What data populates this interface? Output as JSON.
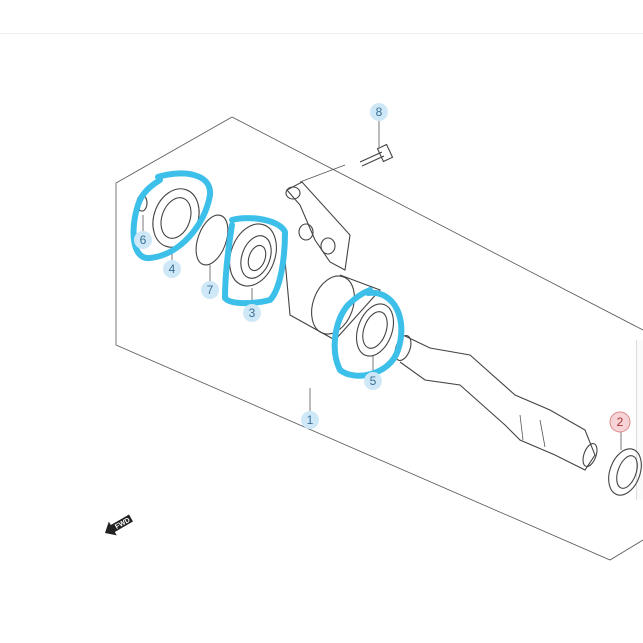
{
  "diagram": {
    "callouts": [
      {
        "id": "8",
        "label": "8",
        "color": "#cfe8f7"
      },
      {
        "id": "6",
        "label": "6",
        "color": "#cfe8f7"
      },
      {
        "id": "4",
        "label": "4",
        "color": "#cfe8f7"
      },
      {
        "id": "7",
        "label": "7",
        "color": "#cfe8f7"
      },
      {
        "id": "3",
        "label": "3",
        "color": "#cfe8f7"
      },
      {
        "id": "5",
        "label": "5",
        "color": "#cfe8f7"
      },
      {
        "id": "1",
        "label": "1",
        "color": "#cfe8f7"
      },
      {
        "id": "2",
        "label": "2",
        "color": "#f6d3d6"
      }
    ],
    "fwd_label": "FWD",
    "highlight_color": "#3cc0ea"
  }
}
